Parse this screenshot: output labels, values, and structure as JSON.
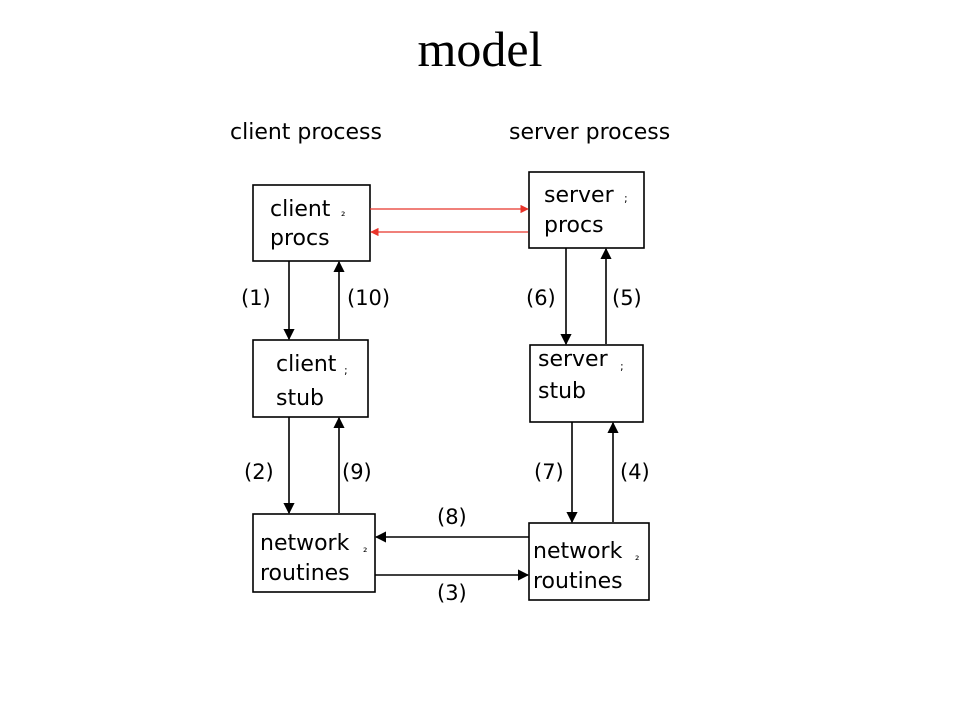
{
  "title": "model",
  "headers": {
    "client": "client process",
    "server": "server process"
  },
  "boxes": {
    "client_procs": {
      "line1": "client",
      "line2": "procs",
      "tick": "₂"
    },
    "server_procs": {
      "line1": "server",
      "line2": "procs",
      "tick": ";"
    },
    "client_stub": {
      "line1": "client",
      "line2": "stub",
      "tick": ";"
    },
    "server_stub": {
      "line1": "server",
      "line2": "stub",
      "tick": ";"
    },
    "client_net": {
      "line1": "network",
      "line2": "routines",
      "tick": "₂"
    },
    "server_net": {
      "line1": "network",
      "line2": "routines",
      "tick": "₂"
    }
  },
  "steps": [
    "(1)",
    "(2)",
    "(3)",
    "(4)",
    "(5)",
    "(6)",
    "(7)",
    "(8)",
    "(9)",
    "(10)"
  ],
  "colors": {
    "call_arrow": "#e8342a",
    "line": "#000000"
  }
}
